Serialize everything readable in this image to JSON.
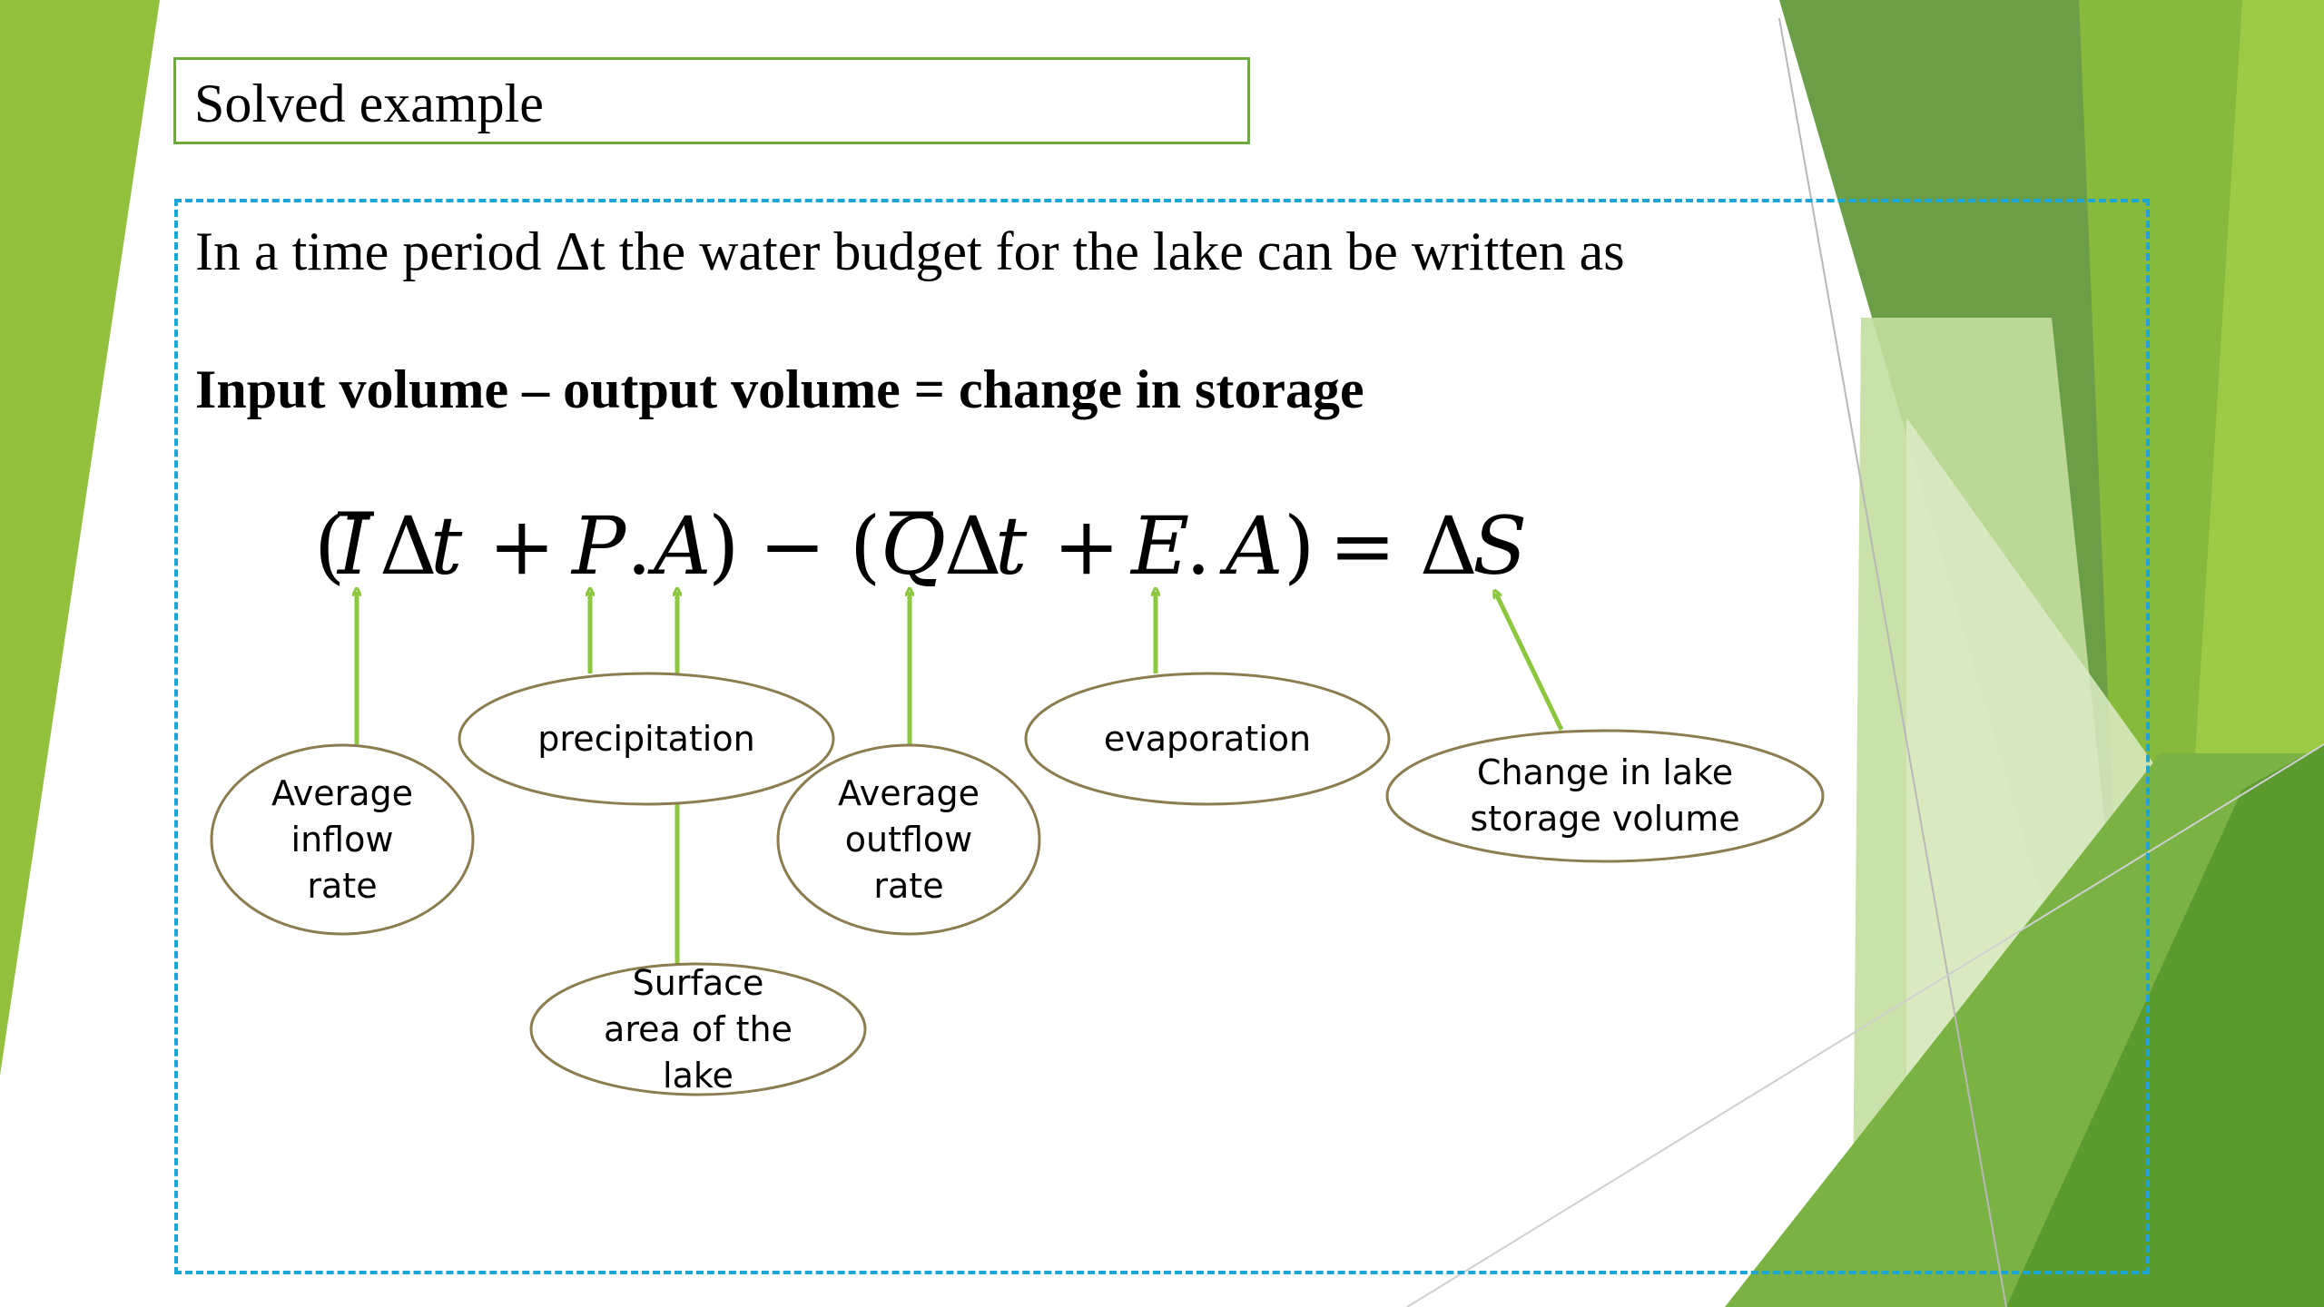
{
  "slide": {
    "title": "Solved example",
    "intro": "In a time period Δt the water budget for the lake can be written as",
    "rule": "Input volume – output volume = change in storage"
  },
  "equation": {
    "open_paren_1": "(",
    "inflow_symbol": "I",
    "delta_t_1": "Δ",
    "t_1": "t",
    "plus_1": "+",
    "precip_symbol": "P",
    "dot_1": ".",
    "area_symbol_1": "A",
    "close_paren_1": ")",
    "minus": "−",
    "open_paren_2": "(",
    "outflow_symbol": "Q",
    "delta_t_2": "Δ",
    "t_2": "t",
    "plus_2": "+",
    "evap_symbol": "E",
    "dot_2": ".",
    "area_symbol_2": "A",
    "close_paren_2": ")",
    "equals": "=",
    "delta_s": "Δ",
    "s_symbol": "S"
  },
  "labels": {
    "average_inflow": "Average\ninflow\nrate",
    "precipitation": "precipitation",
    "surface_area": "Surface\narea of the\nlake",
    "average_outflow": "Average\noutflow\nrate",
    "evaporation": "evaporation",
    "change_storage": "Change in lake\nstorage volume"
  },
  "colors": {
    "accent_green": "#8dc63f",
    "bubble_border": "#8b7d4f",
    "dashed_border": "#1aa7d8",
    "title_border": "#6aab3a"
  }
}
